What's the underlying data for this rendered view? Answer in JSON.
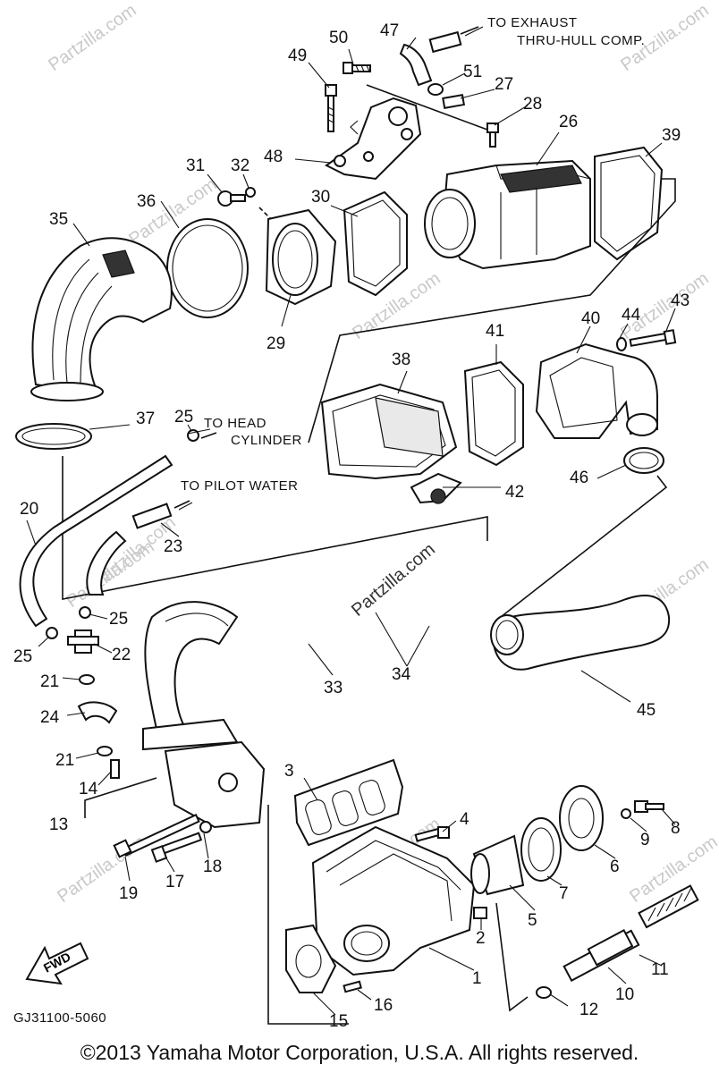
{
  "diagram": {
    "part_labels": [
      "1",
      "2",
      "3",
      "4",
      "5",
      "6",
      "7",
      "8",
      "9",
      "10",
      "11",
      "12",
      "13",
      "14",
      "15",
      "16",
      "17",
      "18",
      "19",
      "20",
      "21",
      "21",
      "22",
      "23",
      "24",
      "25",
      "25",
      "25",
      "26",
      "27",
      "28",
      "29",
      "30",
      "31",
      "32",
      "33",
      "34",
      "35",
      "36",
      "37",
      "38",
      "39",
      "40",
      "41",
      "42",
      "43",
      "44",
      "45",
      "46",
      "47",
      "48",
      "49",
      "50",
      "51"
    ],
    "notes": {
      "to_exhaust_1": "TO EXHAUST",
      "to_exhaust_2": "THRU-HULL COMP.",
      "to_head_1": "TO HEAD",
      "to_head_2": "CYLINDER",
      "to_pilot": "TO PILOT WATER"
    },
    "fwd_label": "FWD",
    "diagram_code": "GJ31100-5060",
    "watermark": "Partzilla.com"
  },
  "footer": {
    "copyright": "©2013  Yamaha Motor Corporation, U.S.A. All rights reserved."
  }
}
